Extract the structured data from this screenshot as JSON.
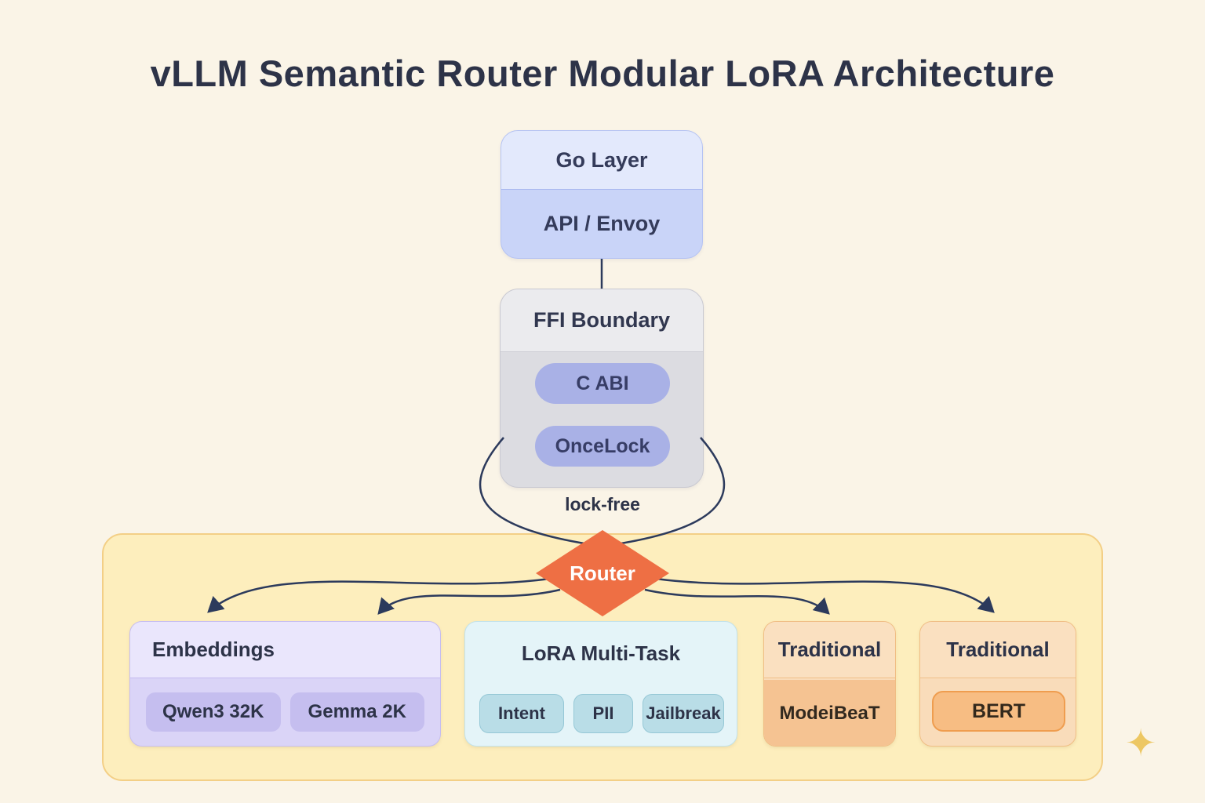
{
  "title": "vLLM Semantic Router Modular LoRA Architecture",
  "go_layer": {
    "title": "Go Layer",
    "subtitle": "API / Envoy"
  },
  "ffi_boundary": {
    "title": "FFI Boundary",
    "pills": [
      "C ABI",
      "OnceLock"
    ]
  },
  "lock_free_label": "lock-free",
  "router_label": "Router",
  "groups": [
    {
      "title": "Embeddings",
      "items": [
        "Qwen3 32K",
        "Gemma 2K"
      ]
    },
    {
      "title": "LoRA Multi-Task",
      "items": [
        "Intent",
        "PII",
        "Jailbreak"
      ]
    },
    {
      "title": "Traditional",
      "items": [
        "ModeiBeaT"
      ]
    },
    {
      "title": "Traditional",
      "items": [
        "BERT"
      ]
    }
  ],
  "icons": {
    "sparkle": "✦"
  },
  "colors": {
    "background": "#faf4e7",
    "title_text": "#2d3348",
    "router_orange": "#ee6f44",
    "container_yellow": "#fdeebd",
    "go_layer_blue": "#c9d4f8",
    "ffi_gray": "#dcdce1",
    "pill_periwinkle": "#a9b1e6",
    "embeddings_lavender": "#dad4f7",
    "lora_cyan": "#e4f4f8",
    "traditional_orange": "#f5c392",
    "arrow_navy": "#2c3a5c",
    "sparkle_gold": "#edc763"
  }
}
